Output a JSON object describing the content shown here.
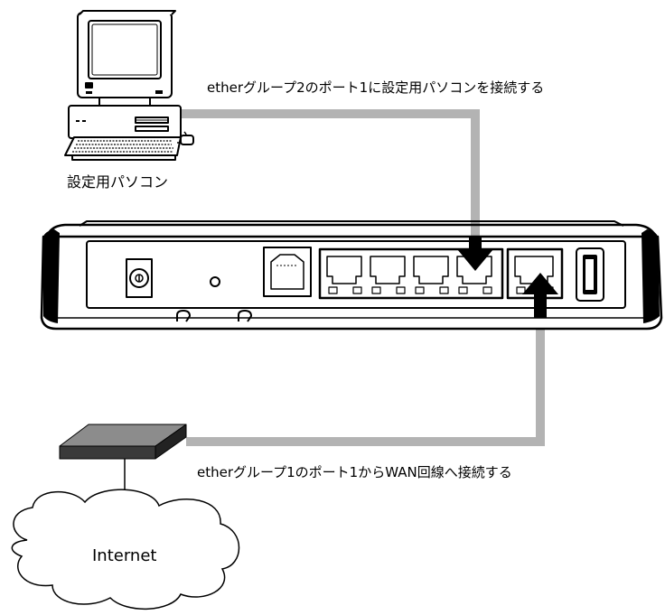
{
  "labels": {
    "pc_caption": "設定用パソコン",
    "lan_instruction": "etherグループ2のポート1に設定用パソコンを接続する",
    "wan_instruction": "etherグループ1のポート1からWAN回線へ接続する",
    "cloud_label": "Internet"
  },
  "colors": {
    "cable": "#b3b3b3",
    "line": "#000000",
    "modem_top": "#8c8c8c",
    "modem_front": "#3a3a3a"
  },
  "icons": {
    "computer": "desktop-computer-icon",
    "router": "router-back-panel",
    "modem": "modem-icon",
    "cloud": "cloud-icon"
  }
}
